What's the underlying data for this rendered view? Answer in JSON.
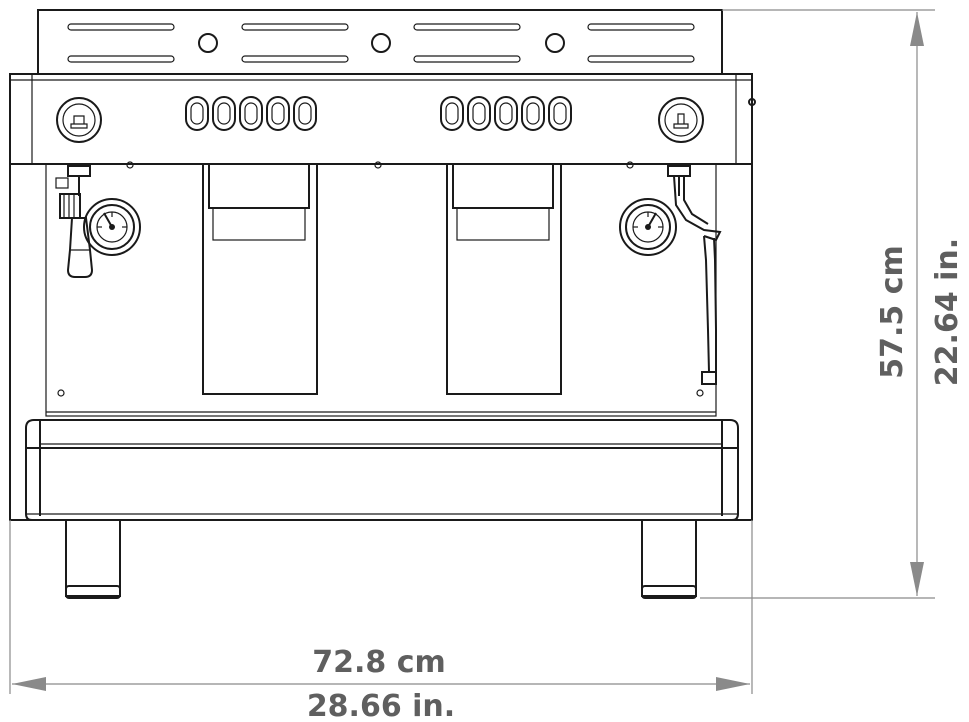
{
  "dimensions": {
    "height_metric": "57.5 cm",
    "height_imperial": "22.64 in.",
    "width_metric": "72.8 cm",
    "width_imperial": "28.66 in."
  },
  "colors": {
    "outline": "#1a1a1a",
    "dimension_lines": "#8a8a8a",
    "dimension_text": "#5f5f5f"
  },
  "machine": {
    "groups": 2,
    "buttons_per_group": 5,
    "pressure_gauges": 2,
    "knobs": 2
  }
}
